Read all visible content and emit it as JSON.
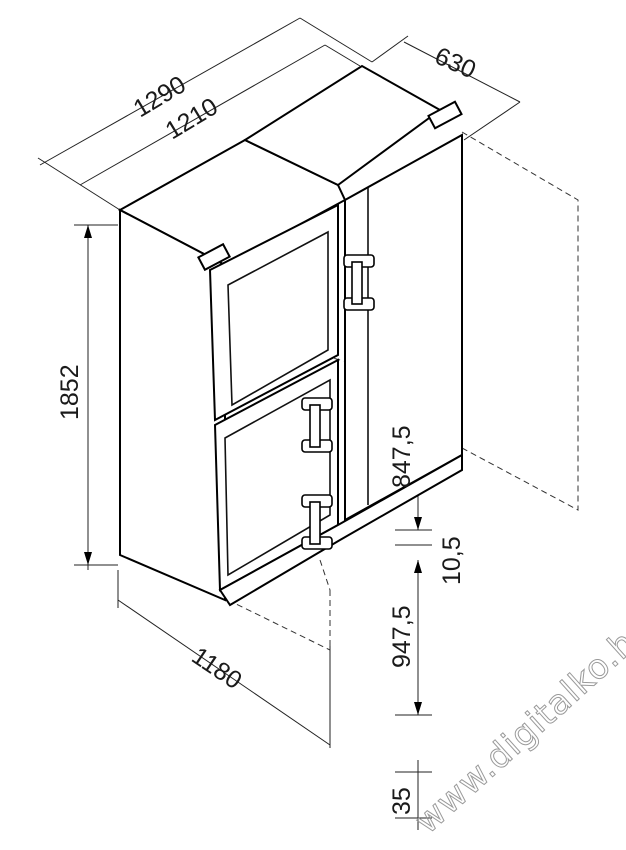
{
  "dimensions": {
    "total_width": "1290",
    "cabinet_width": "1210",
    "depth": "630",
    "height": "1852",
    "upper_section": "847,5",
    "gap": "10,5",
    "lower_section": "947,5",
    "door_opening": "1180",
    "plinth": "35"
  },
  "watermark": "www.digitalko.hu"
}
